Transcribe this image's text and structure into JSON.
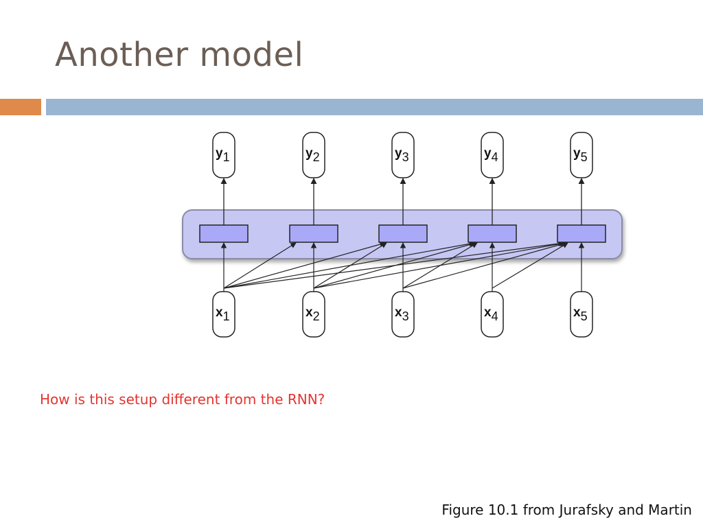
{
  "slide": {
    "title": "Another model",
    "question": "How is this setup different from the RNN?",
    "caption": "Figure 10.1 from Jurafsky and Martin"
  },
  "diagram": {
    "outputs": [
      {
        "letter": "y",
        "sub": "1"
      },
      {
        "letter": "y",
        "sub": "2"
      },
      {
        "letter": "y",
        "sub": "3"
      },
      {
        "letter": "y",
        "sub": "4"
      },
      {
        "letter": "y",
        "sub": "5"
      }
    ],
    "inputs": [
      {
        "letter": "x",
        "sub": "1"
      },
      {
        "letter": "x",
        "sub": "2"
      },
      {
        "letter": "x",
        "sub": "3"
      },
      {
        "letter": "x",
        "sub": "4"
      },
      {
        "letter": "x",
        "sub": "5"
      }
    ],
    "edges": [
      {
        "from": 1,
        "to": 1
      },
      {
        "from": 1,
        "to": 2
      },
      {
        "from": 1,
        "to": 3
      },
      {
        "from": 1,
        "to": 4
      },
      {
        "from": 1,
        "to": 5
      },
      {
        "from": 2,
        "to": 2
      },
      {
        "from": 2,
        "to": 3
      },
      {
        "from": 2,
        "to": 4
      },
      {
        "from": 2,
        "to": 5
      },
      {
        "from": 3,
        "to": 3
      },
      {
        "from": 3,
        "to": 4
      },
      {
        "from": 3,
        "to": 5
      },
      {
        "from": 4,
        "to": 4
      },
      {
        "from": 4,
        "to": 5
      },
      {
        "from": 5,
        "to": 5
      }
    ],
    "colors": {
      "hidden_box": "#a9a9f8",
      "layer_band": "#c6c7f3",
      "node_stroke": "#222222"
    }
  }
}
